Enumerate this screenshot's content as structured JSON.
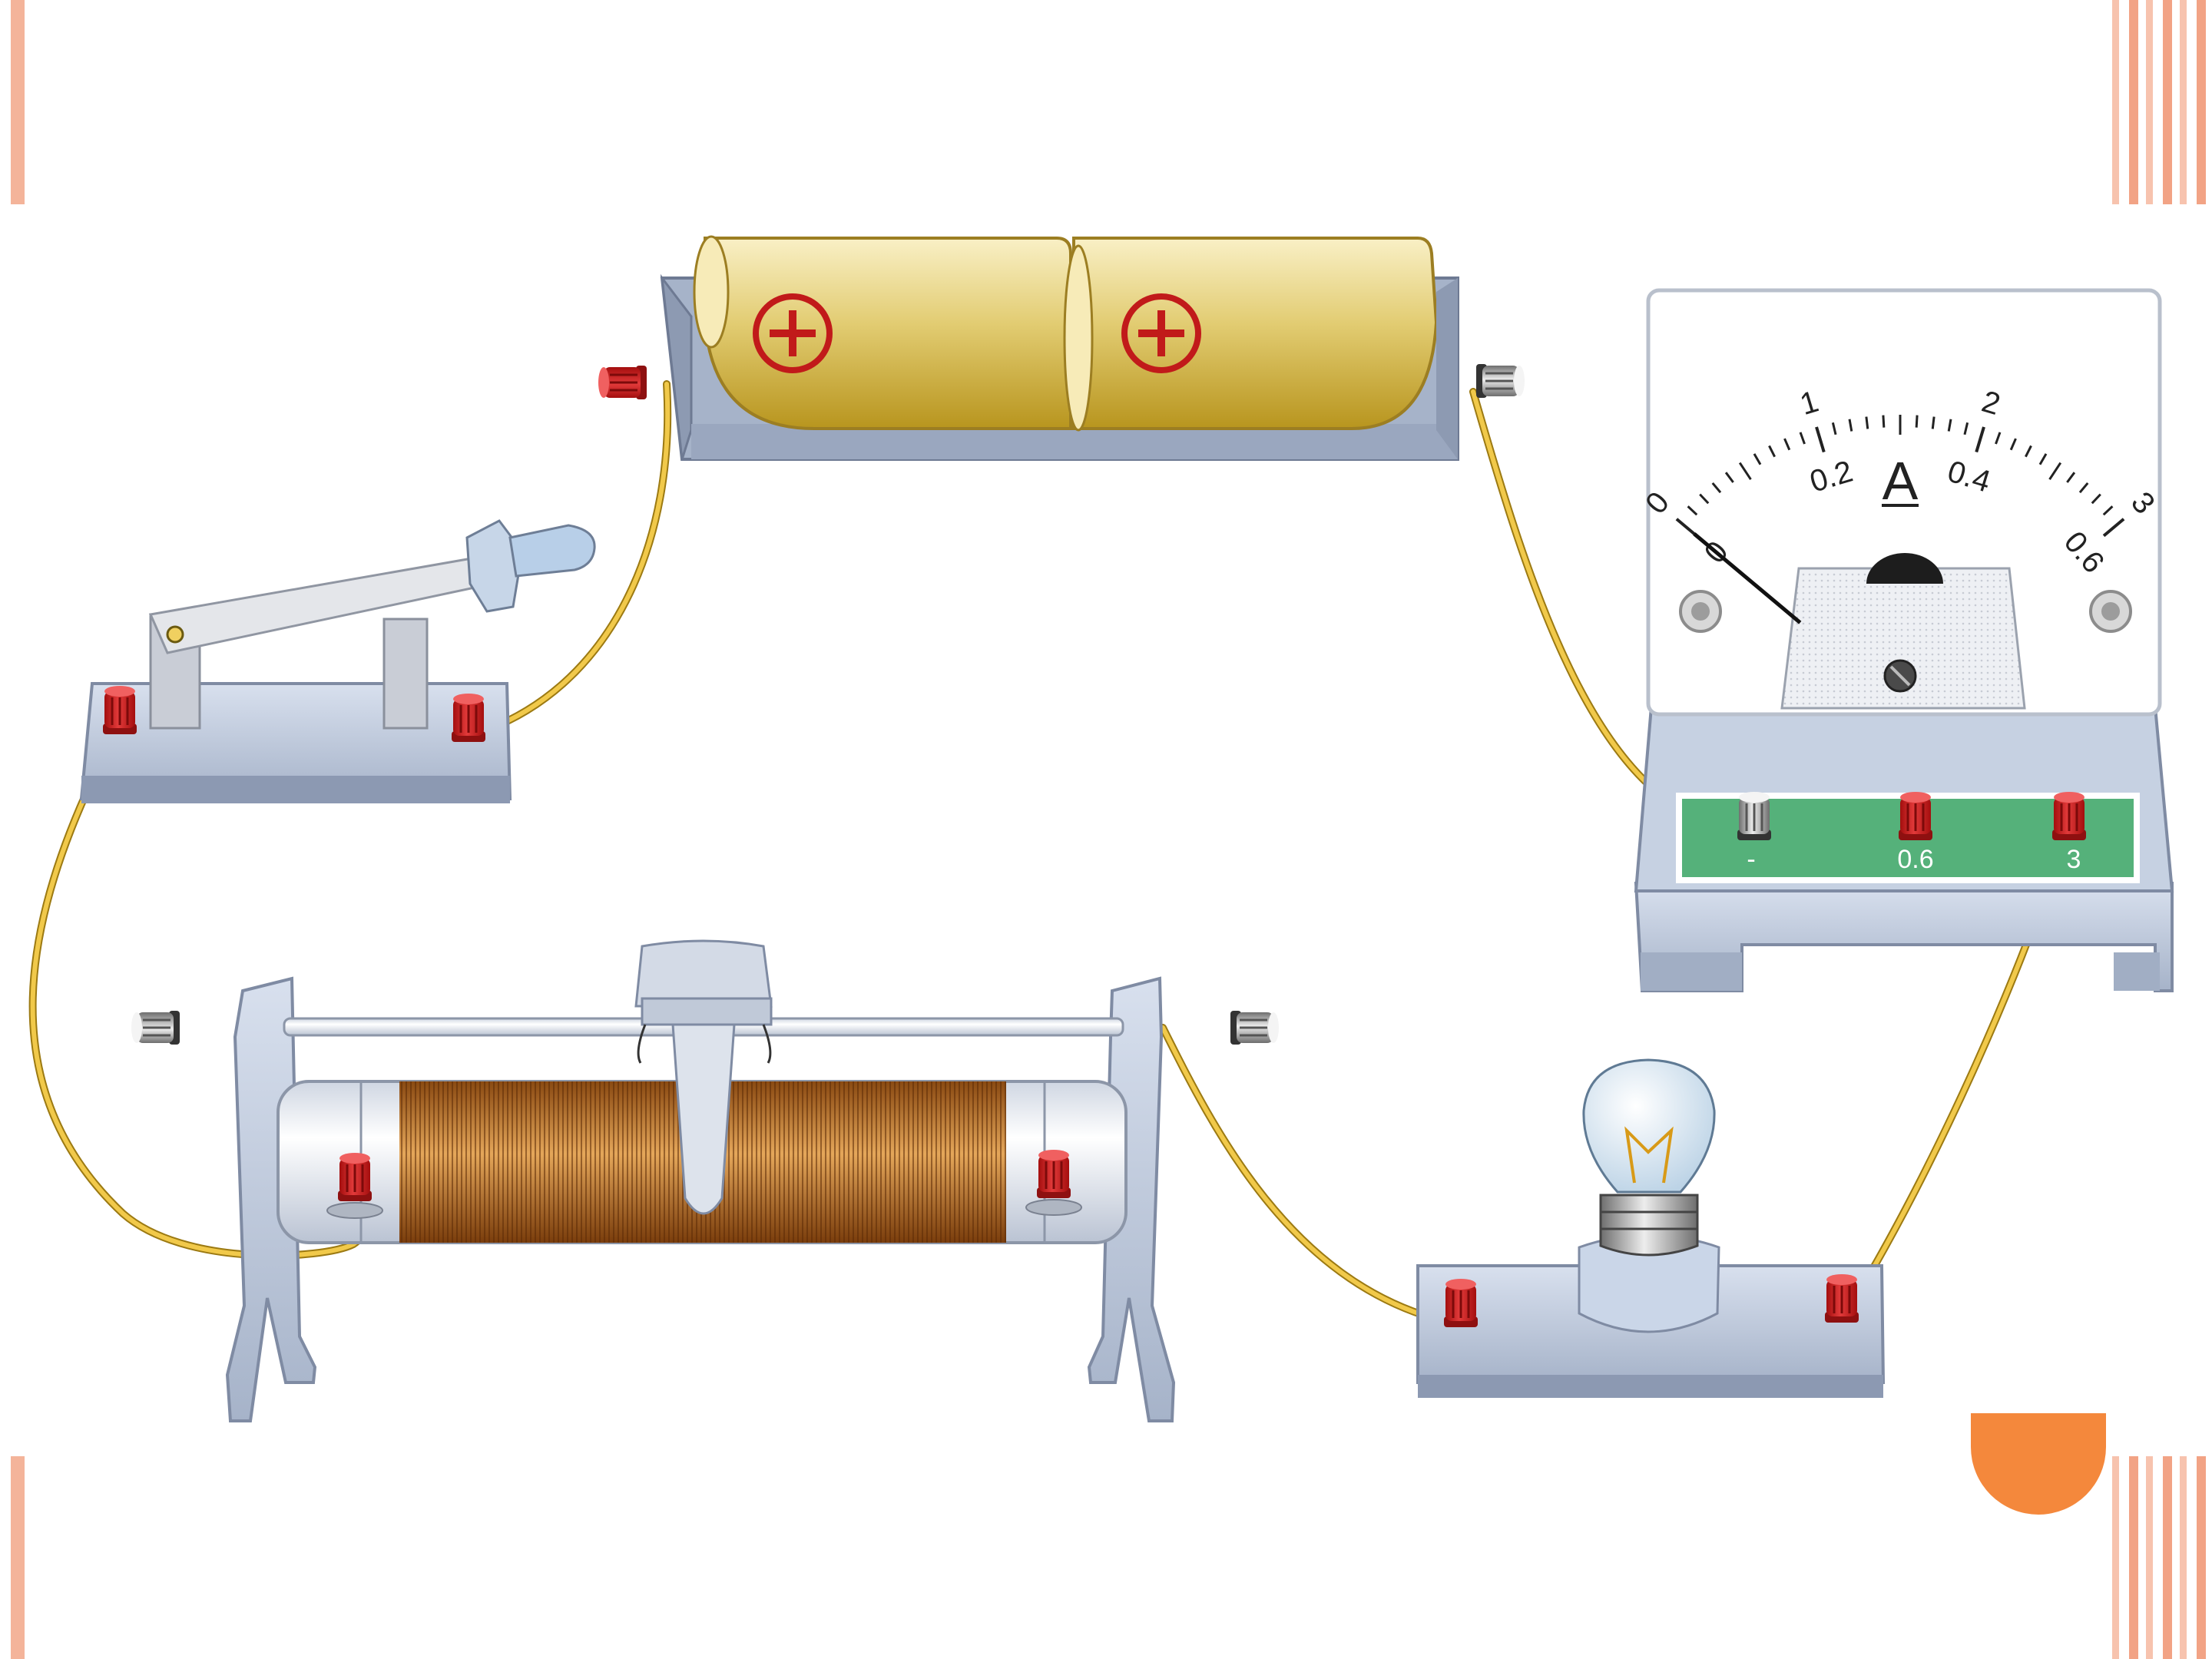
{
  "slide": {
    "accent_color": "#F4B49A",
    "stripe_color": "#EE8F6E",
    "dot_color": "#F4883C"
  },
  "diagram": {
    "battery": {
      "cells": 2,
      "cell_symbol": "+",
      "casing_color": "#D9C36A"
    },
    "ammeter": {
      "unit_label": "A",
      "outer_scale_labels": [
        "0",
        "1",
        "2",
        "3"
      ],
      "inner_scale_labels": [
        "0",
        "0.2",
        "0.4",
        "0.6"
      ],
      "terminal_labels": [
        "-",
        "0.6",
        "3"
      ],
      "needle_value": 0
    },
    "wire_color": "#F1C94A",
    "terminal_color": "#D81E1E"
  }
}
